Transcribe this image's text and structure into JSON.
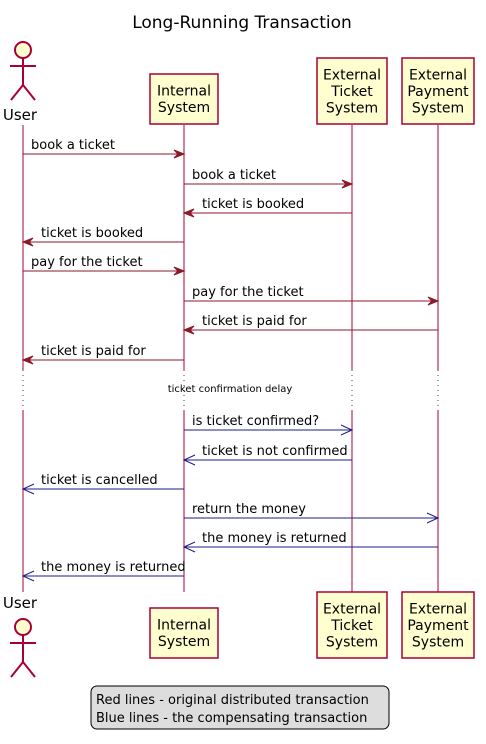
{
  "title": "Long-Running Transaction",
  "participants": [
    {
      "id": "user",
      "kind": "actor",
      "label": "User"
    },
    {
      "id": "internal",
      "kind": "box",
      "label_lines": [
        "Internal",
        "System"
      ]
    },
    {
      "id": "ticket",
      "kind": "box",
      "label_lines": [
        "External",
        "Ticket",
        "System"
      ]
    },
    {
      "id": "payment",
      "kind": "box",
      "label_lines": [
        "External",
        "Payment",
        "System"
      ]
    }
  ],
  "colors": {
    "red": "#8b1a2b",
    "blue": "#1c1c8c",
    "participant_fill": "#fefece",
    "participant_border": "#a80036",
    "lifeline": "#a80036",
    "legend_fill": "#dddddd"
  },
  "messages": [
    {
      "from": "user",
      "to": "internal",
      "text": "book a ticket",
      "color": "red"
    },
    {
      "from": "internal",
      "to": "ticket",
      "text": "book a ticket",
      "color": "red"
    },
    {
      "from": "ticket",
      "to": "internal",
      "text": "ticket is booked",
      "color": "red"
    },
    {
      "from": "internal",
      "to": "user",
      "text": "ticket is booked",
      "color": "red"
    },
    {
      "from": "user",
      "to": "internal",
      "text": "pay for the ticket",
      "color": "red"
    },
    {
      "from": "internal",
      "to": "payment",
      "text": "pay for the ticket",
      "color": "red"
    },
    {
      "from": "payment",
      "to": "internal",
      "text": "ticket is paid for",
      "color": "red"
    },
    {
      "from": "internal",
      "to": "user",
      "text": "ticket is paid for",
      "color": "red"
    },
    {
      "from": "internal",
      "to": "ticket",
      "text": "is ticket confirmed?",
      "color": "blue"
    },
    {
      "from": "ticket",
      "to": "internal",
      "text": "ticket is not confirmed",
      "color": "blue"
    },
    {
      "from": "internal",
      "to": "user",
      "text": "ticket is cancelled",
      "color": "blue"
    },
    {
      "from": "internal",
      "to": "payment",
      "text": "return the money",
      "color": "blue"
    },
    {
      "from": "payment",
      "to": "internal",
      "text": "the money is returned",
      "color": "blue"
    },
    {
      "from": "internal",
      "to": "user",
      "text": "the money is returned",
      "color": "blue"
    }
  ],
  "delay_label": "ticket confirmation delay",
  "legend": [
    "Red lines - original distributed transaction",
    "Blue lines - the compensating transaction"
  ]
}
